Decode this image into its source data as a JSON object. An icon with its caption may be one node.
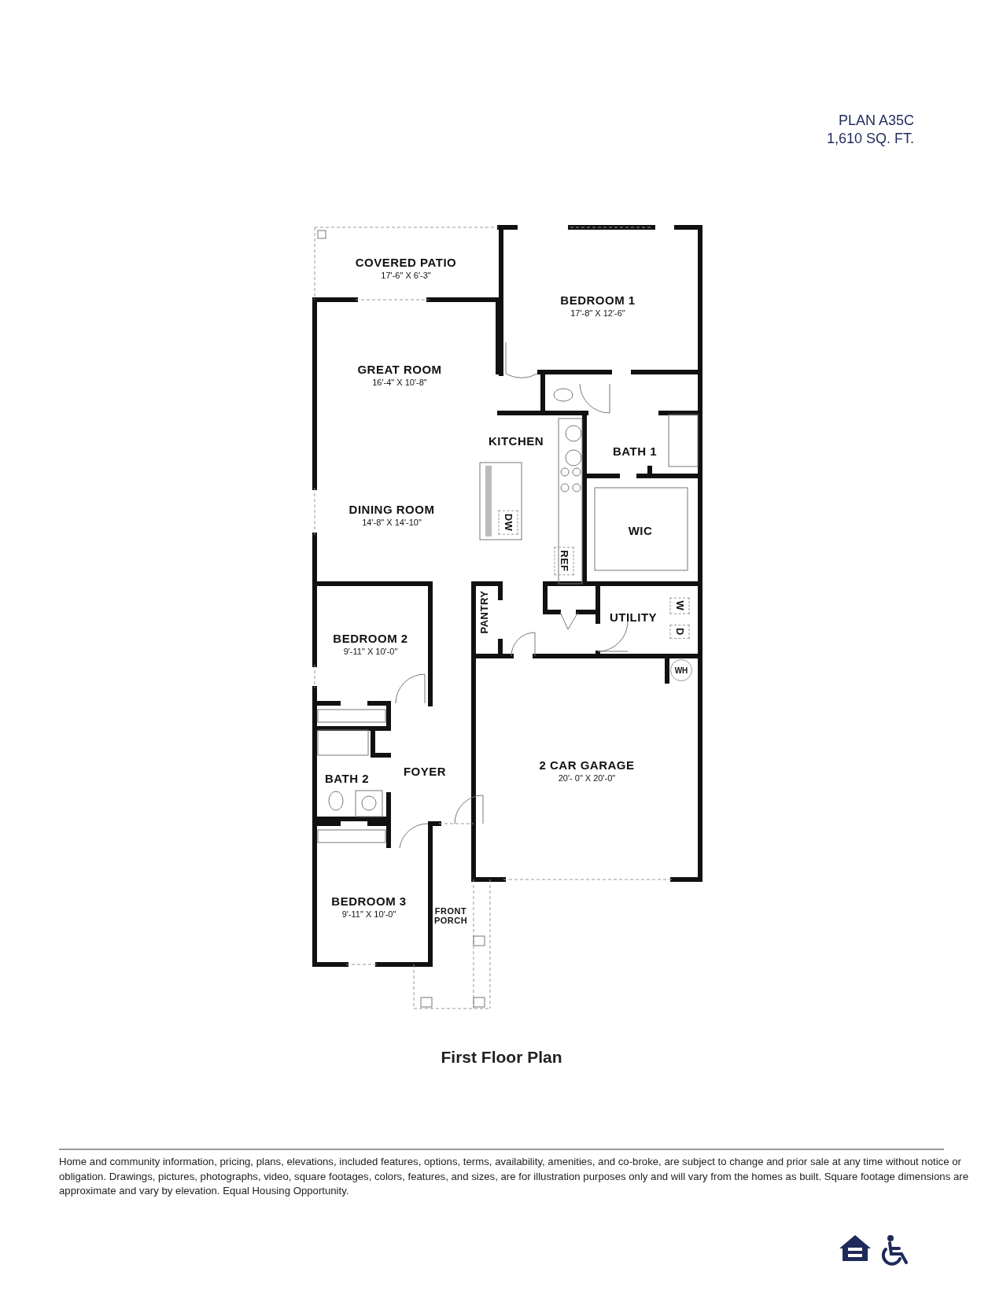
{
  "diagram": {
    "caption": "First Floor Plan",
    "nodes": [
      {
        "text": [
          "COVERED PATIO",
          "17'-6\" X 6'-3\""
        ]
      },
      {
        "text": [
          "BEDROOM 1",
          "17'-8\" X 12'-6\""
        ]
      },
      {
        "text": [
          "GREAT ROOM",
          "16'-4\" X 10'-8\""
        ]
      },
      {
        "text": [
          "KITCHEN"
        ]
      },
      {
        "text": [
          "BATH 1"
        ]
      },
      {
        "text": [
          "DINING ROOM",
          "14'-8\" X 14'-10\""
        ]
      },
      {
        "text": [
          "WIC"
        ]
      },
      {
        "text": [
          "DW"
        ]
      },
      {
        "text": [
          "REF"
        ]
      },
      {
        "text": [
          "PANTRY"
        ]
      },
      {
        "text": [
          "UTILITY"
        ]
      },
      {
        "text": [
          "W"
        ]
      },
      {
        "text": [
          "D"
        ]
      },
      {
        "text": [
          "BEDROOM 2",
          "9'-11\" X 10'-0\""
        ]
      },
      {
        "text": [
          "WH"
        ]
      },
      {
        "text": [
          "FOYER"
        ]
      },
      {
        "text": [
          "BATH 2"
        ]
      },
      {
        "text": [
          "2 CAR GARAGE",
          "20'- 0\" X 20'-0\""
        ]
      },
      {
        "text": [
          "BEDROOM 3",
          "9'-11\" X 10'-0\""
        ]
      },
      {
        "text": [
          "FRONT PORCH"
        ]
      }
    ],
    "labels": [
      "PLAN A35C",
      "1,610 SQ. FT.",
      "Home and community information, pricing, plans, elevations, included features, options, terms, availability, amenities, and co-broke, are subject to change and prior sale at any time without notice or obligation. Drawings, pictures, photographs, video, square footages, colors, features, and sizes, are for illustration purposes only and will vary from the homes as built. Square footage dimensions are approximate and vary by elevation. Equal Housing Opportunity."
    ]
  }
}
